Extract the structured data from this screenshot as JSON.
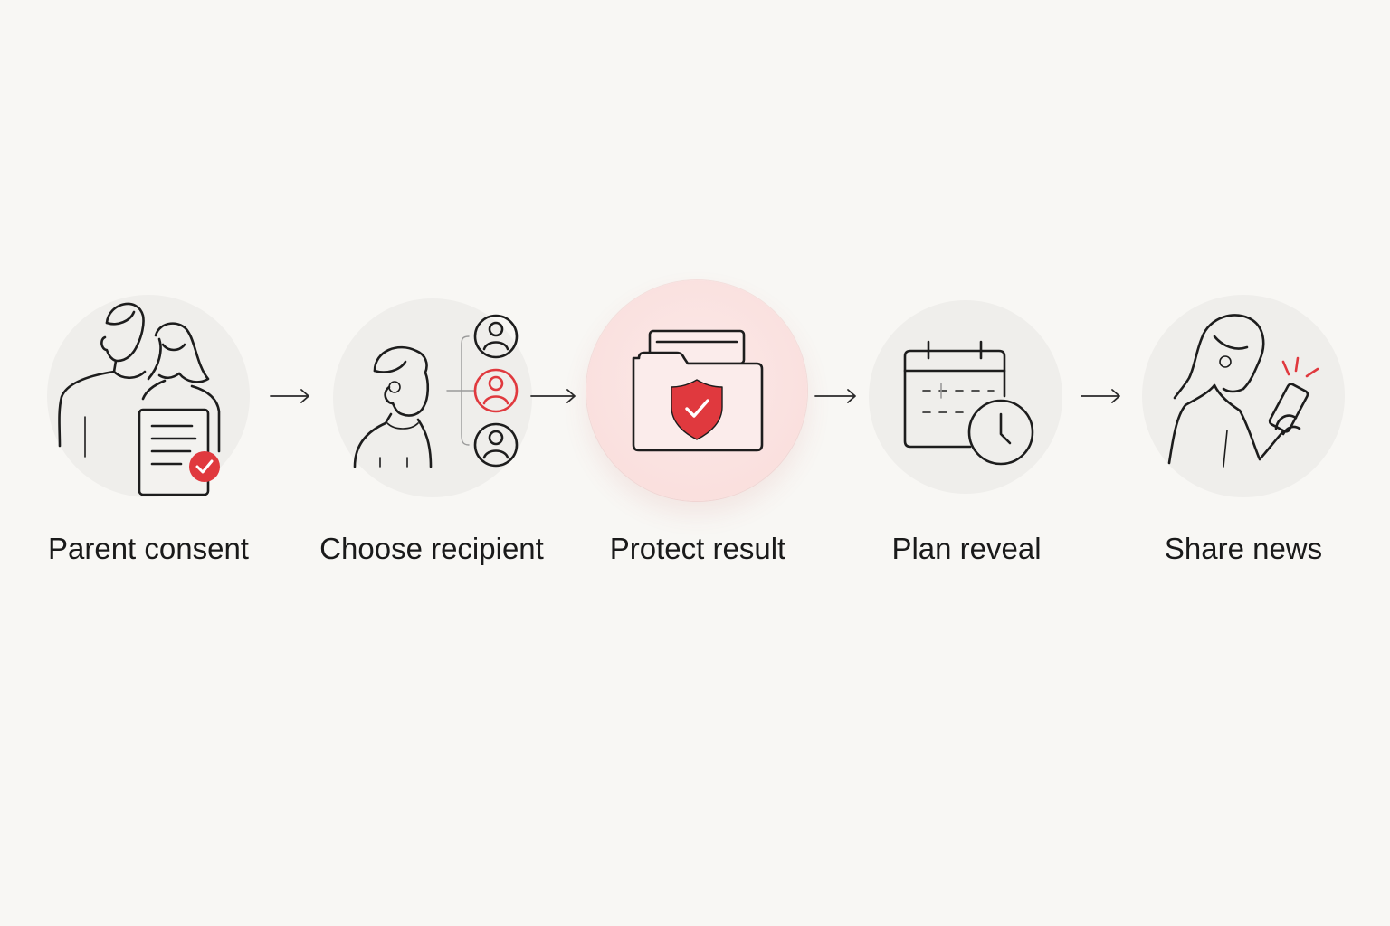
{
  "accent_color": "#e0393e",
  "steps": [
    {
      "label": "Parent consent",
      "icon": "parents-document-check-icon",
      "highlighted": false
    },
    {
      "label": "Choose recipient",
      "icon": "person-select-recipient-icon",
      "highlighted": false
    },
    {
      "label": "Protect result",
      "icon": "folder-shield-icon",
      "highlighted": true
    },
    {
      "label": "Plan reveal",
      "icon": "calendar-clock-icon",
      "highlighted": false
    },
    {
      "label": "Share news",
      "icon": "woman-phone-icon",
      "highlighted": false
    }
  ],
  "connectors": [
    "arrow-right-icon",
    "arrow-right-icon",
    "arrow-right-icon",
    "arrow-right-icon"
  ]
}
